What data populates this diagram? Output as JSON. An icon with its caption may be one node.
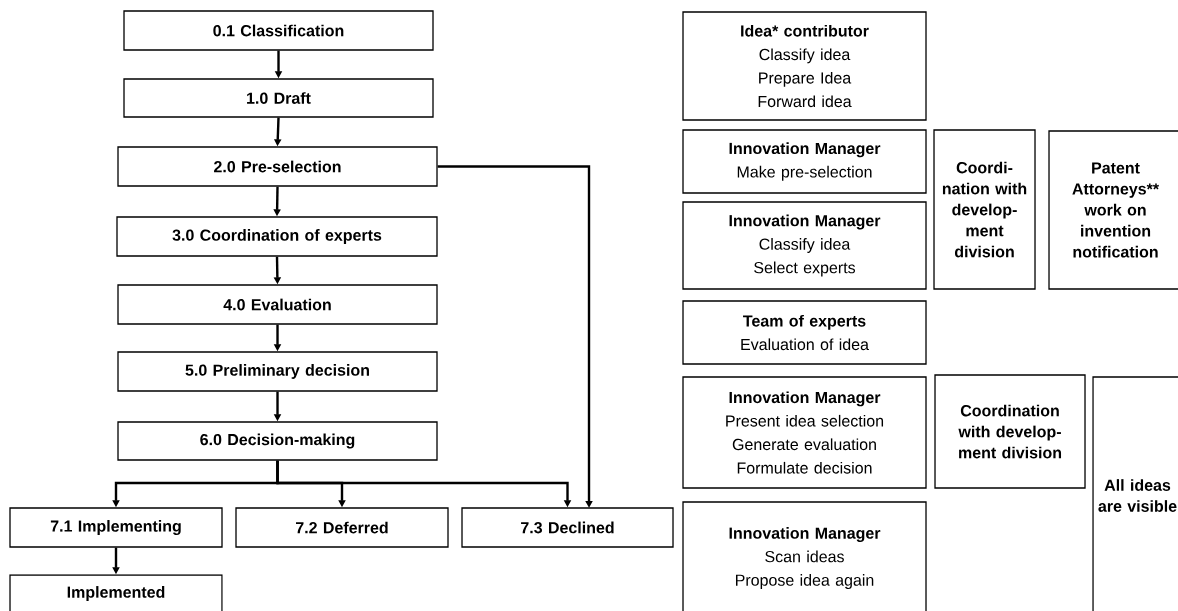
{
  "diagram": {
    "nodes": [
      {
        "text": [
          "0.1 Classification"
        ]
      },
      {
        "text": [
          "1.0 Draft"
        ]
      },
      {
        "text": [
          "2.0 Pre-selection"
        ]
      },
      {
        "text": [
          "3.0 Coordination of experts"
        ]
      },
      {
        "text": [
          "4.0 Evaluation"
        ]
      },
      {
        "text": [
          "5.0 Preliminary decision"
        ]
      },
      {
        "text": [
          "6.0 Decision-making"
        ]
      },
      {
        "text": [
          "7.1 Implementing"
        ]
      },
      {
        "text": [
          "7.2 Deferred"
        ]
      },
      {
        "text": [
          "7.3 Declined"
        ]
      },
      {
        "text": [
          "Implemented"
        ]
      },
      {
        "text": [
          "Idea* contributor",
          "Classify idea",
          "Prepare Idea",
          "Forward idea"
        ]
      },
      {
        "text": [
          "Innovation Manager",
          "Make pre-selection"
        ]
      },
      {
        "text": [
          "Coordi- nation with develop- ment division"
        ]
      },
      {
        "text": [
          "Patent Attorneys** work on invention notification"
        ]
      },
      {
        "text": [
          "Innovation Manager",
          "Classify idea",
          "Select experts"
        ]
      },
      {
        "text": [
          "Team of experts",
          "Evaluation of idea"
        ]
      },
      {
        "text": [
          "Innovation Manager",
          "Present idea selection",
          "Generate evaluation",
          "Formulate decision"
        ]
      },
      {
        "text": [
          "Coordination with develop- ment division"
        ]
      },
      {
        "text": [
          "All ideas are visible"
        ]
      },
      {
        "text": [
          "Innovation Manager",
          "Scan ideas",
          "Propose idea again"
        ]
      }
    ],
    "edges": [
      {
        "from": 0,
        "to": 1,
        "arrow": "to"
      },
      {
        "from": 1,
        "to": 2,
        "arrow": "to"
      },
      {
        "from": 2,
        "to": 3,
        "arrow": "to"
      },
      {
        "from": 3,
        "to": 4,
        "arrow": "to"
      },
      {
        "from": 4,
        "to": 5,
        "arrow": "to"
      },
      {
        "from": 5,
        "to": 6,
        "arrow": "to"
      },
      {
        "from": 6,
        "to": 7,
        "arrow": "to"
      },
      {
        "from": 6,
        "to": 8,
        "arrow": "to"
      },
      {
        "from": 6,
        "to": 9,
        "arrow": "to"
      },
      {
        "from": 2,
        "to": 9,
        "arrow": "to"
      },
      {
        "from": 7,
        "to": 10,
        "arrow": "to"
      }
    ]
  }
}
